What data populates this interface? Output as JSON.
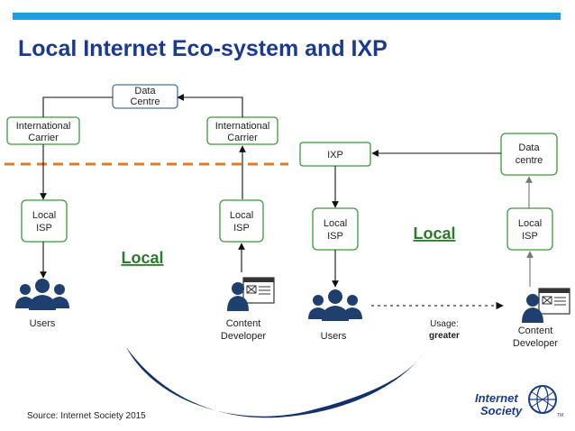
{
  "slide": {
    "title": "Local Internet Eco-system and IXP",
    "source": "Source: Internet Society 2015"
  },
  "left_diagram": {
    "data_centre": [
      "Data",
      "Centre"
    ],
    "carrier_left": [
      "International",
      "Carrier"
    ],
    "carrier_right": [
      "International",
      "Carrier"
    ],
    "isp_left": [
      "Local",
      "ISP"
    ],
    "isp_right": [
      "Local",
      "ISP"
    ],
    "local_label": "Local",
    "users_label": "Users",
    "developer_label": [
      "Content",
      "Developer"
    ]
  },
  "right_diagram": {
    "ixp": "IXP",
    "data_centre": [
      "Data",
      "centre"
    ],
    "isp_left": [
      "Local",
      "ISP"
    ],
    "isp_right": [
      "Local",
      "ISP"
    ],
    "local_label": "Local",
    "users_label": "Users",
    "usage_label": "Usage:",
    "usage_value": "greater",
    "developer_label": [
      "Content",
      "Developer"
    ]
  },
  "logo": {
    "line1": "Internet",
    "line2": "Society",
    "tm": "TM"
  },
  "icons": {
    "users": "users-group-icon",
    "developer": "developer-browser-icon",
    "logo": "globe-logo-icon"
  },
  "colors": {
    "top_bar": "#1ea0db",
    "title": "#1a3a8c",
    "box_border": "#3a9a3a",
    "local_label": "#2c7a2c",
    "dashed_line": "#e07b22",
    "dark_icon": "#1f3f6e",
    "swoosh": "#13306e"
  }
}
